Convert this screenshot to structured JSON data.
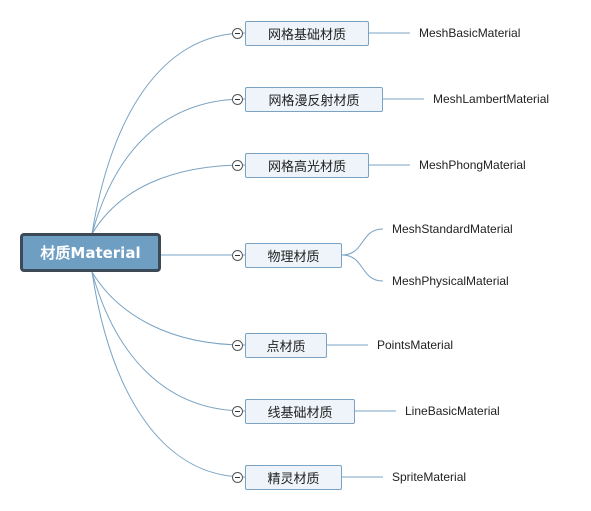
{
  "mindmap": {
    "root": {
      "label": "材质Material"
    },
    "branches": [
      {
        "label": "网格基础材质",
        "children": [
          "MeshBasicMaterial"
        ]
      },
      {
        "label": "网格漫反射材质",
        "children": [
          "MeshLambertMaterial"
        ]
      },
      {
        "label": "网格高光材质",
        "children": [
          "MeshPhongMaterial"
        ]
      },
      {
        "label": "物理材质",
        "children": [
          "MeshStandardMaterial",
          "MeshPhysicalMaterial"
        ]
      },
      {
        "label": "点材质",
        "children": [
          "PointsMaterial"
        ]
      },
      {
        "label": "线基础材质",
        "children": [
          "LineBasicMaterial"
        ]
      },
      {
        "label": "精灵材质",
        "children": [
          "SpriteMaterial"
        ]
      }
    ],
    "colors": {
      "root_fill": "#6f9ec3",
      "root_border": "#3c4a58",
      "branch_fill": "#eef4fa",
      "branch_border": "#7aa3c3",
      "connector": "#7aa3c3"
    }
  }
}
